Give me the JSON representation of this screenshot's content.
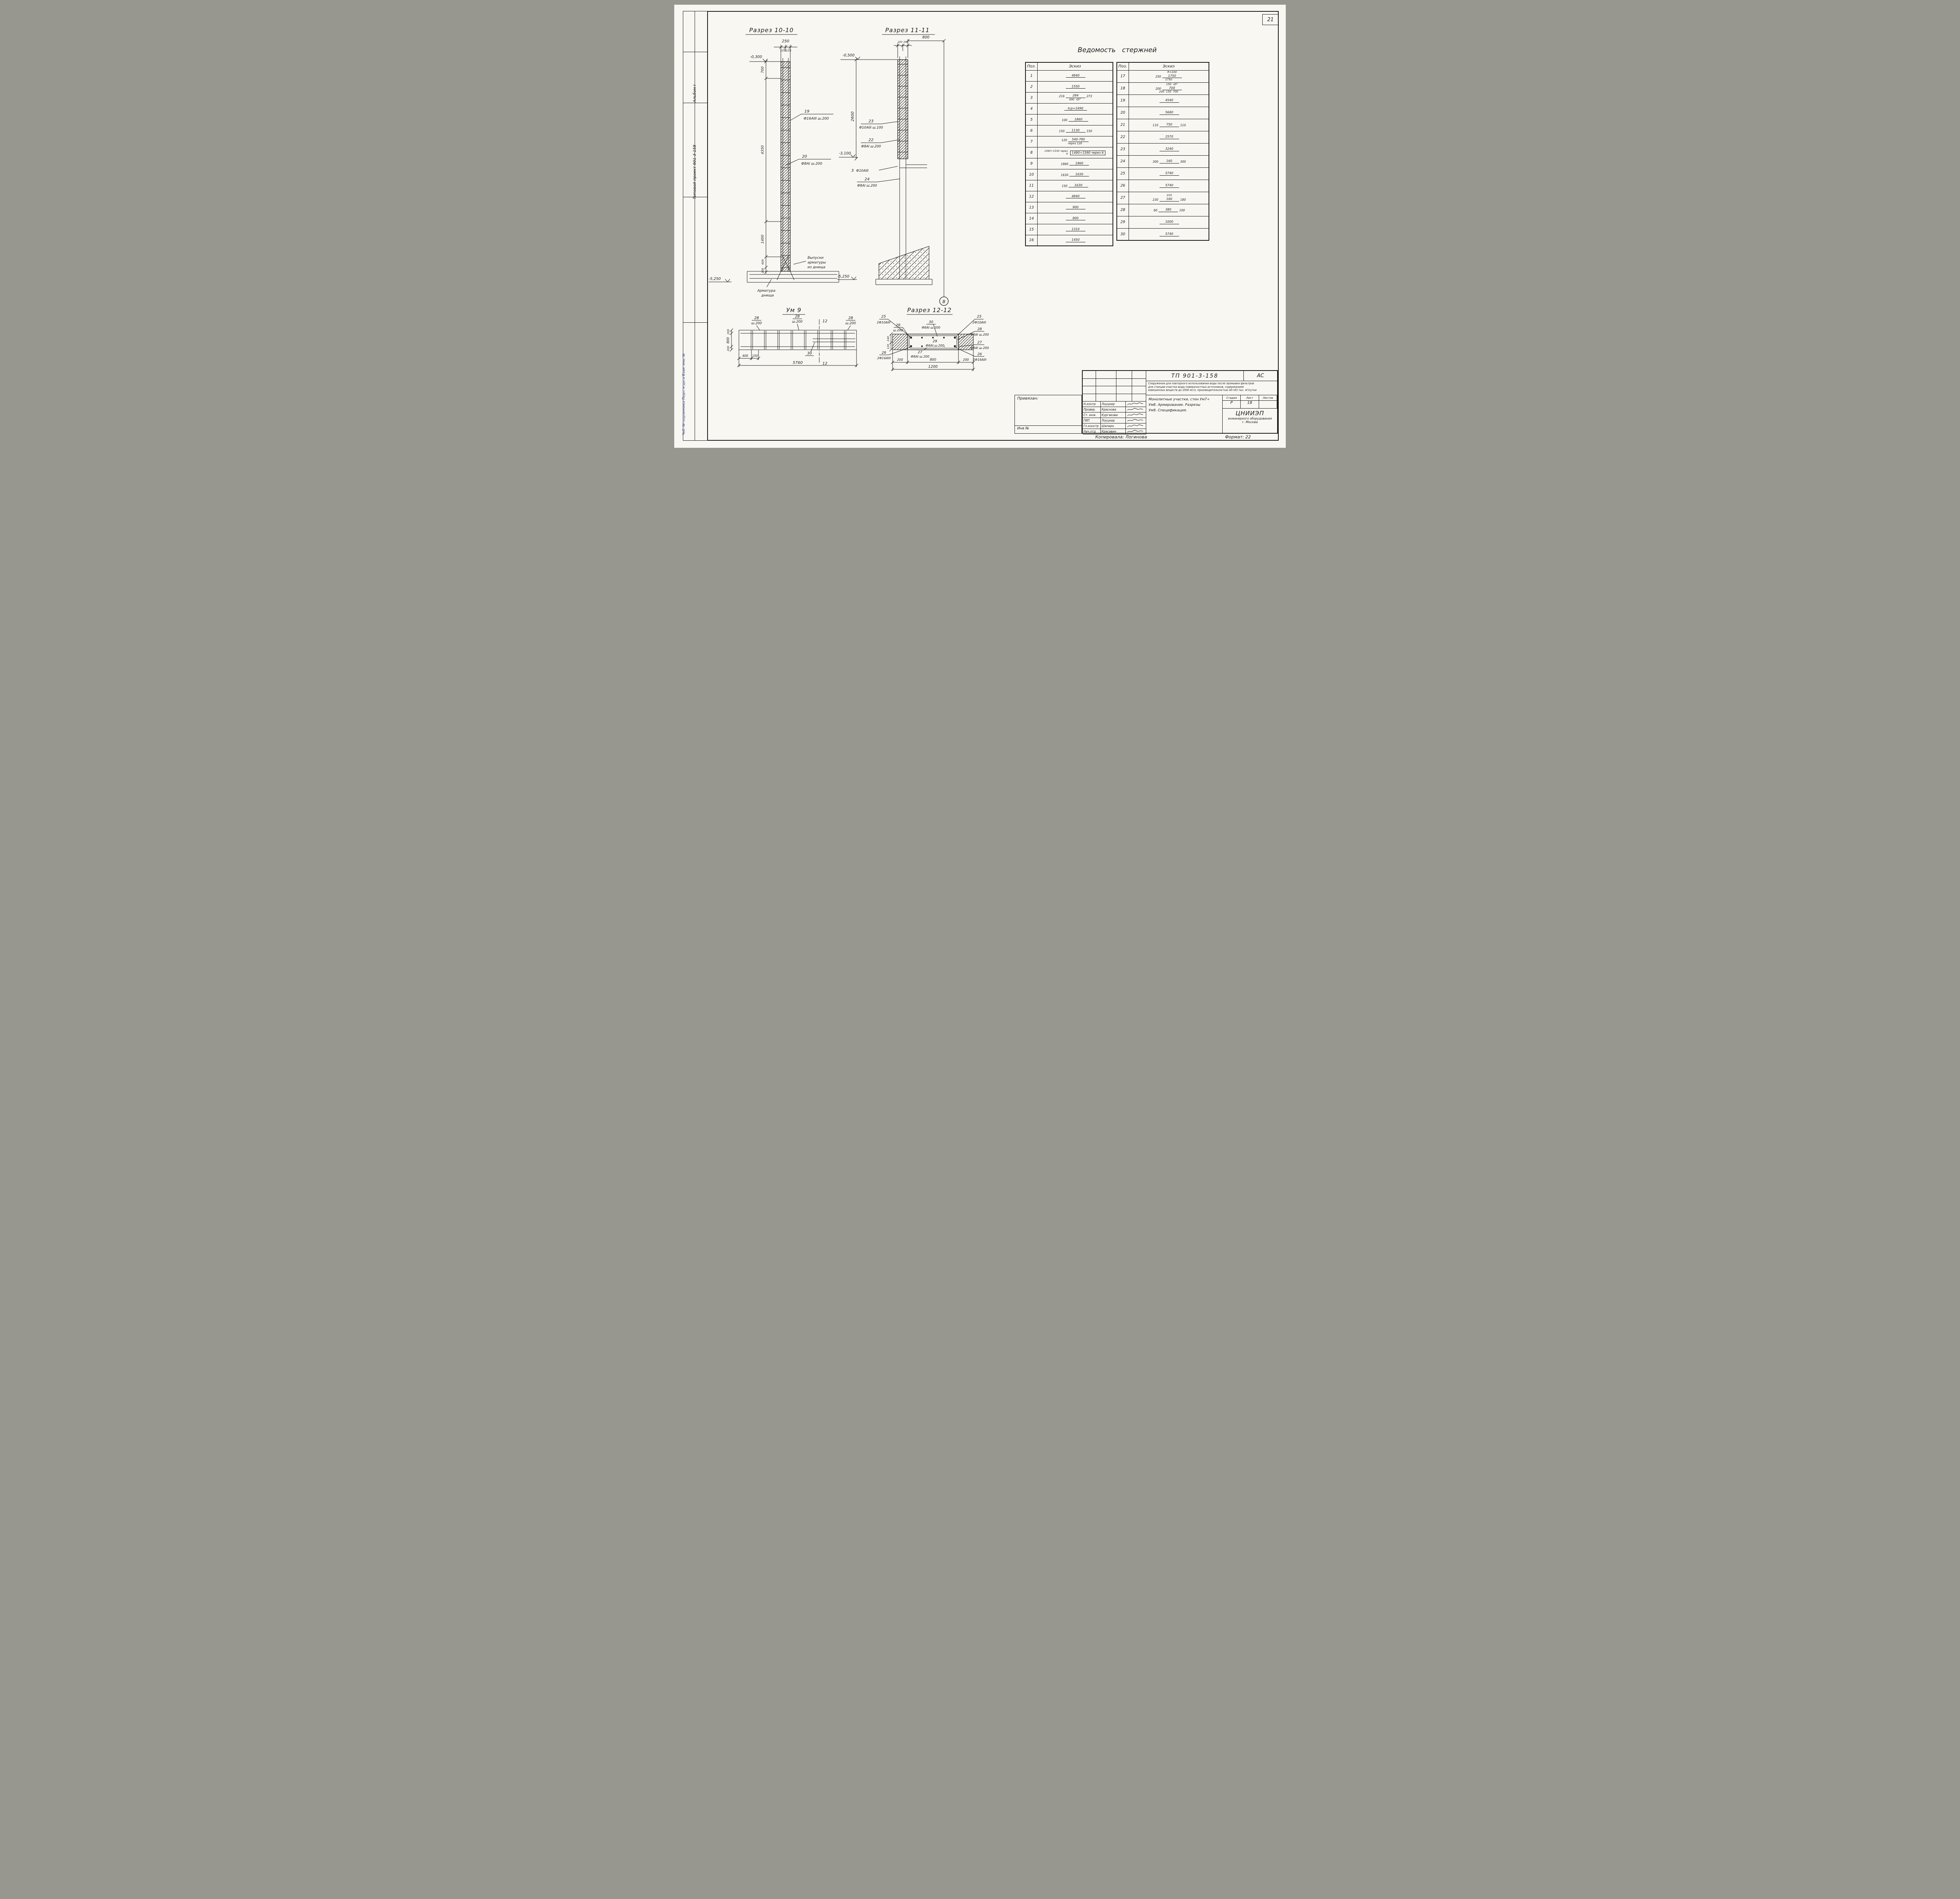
{
  "page": {
    "number": "21",
    "copied": "Копировала: Логинова",
    "format": "Формат: 22"
  },
  "side": {
    "album": "Альбом I",
    "project": "Типовой проект 901-3-158",
    "stamp": "Чеб. № подлинника   Подп. и дата   Взам. инв. №"
  },
  "section10": {
    "title": "Разрез 10-10",
    "dim_250": "250",
    "dim_125a": "125",
    "dim_125b": "125",
    "elev_top": "-0,300",
    "dim_700": "700",
    "dim_4350": "4350",
    "dim_1400": "1400",
    "dim_600": "600",
    "dim_200": "200",
    "pos19": "19",
    "label19": "Ф16АIII ш.200",
    "pos20": "20",
    "label20": "Ф8АI ш.200",
    "outlets1": "Выпуски",
    "outlets2": "арматуры",
    "outlets3": "из днища",
    "bottom1": "Арматура",
    "bottom2": "днища",
    "elev_bottom": "-5,250"
  },
  "section11": {
    "title": "Разрез 11-11",
    "elev_top": "-0,500",
    "dim_200a": "200",
    "dim_200b": "200",
    "dim_800": "800",
    "dim_2600": "2600",
    "pos23": "23",
    "label23": "Ф10АIII ш.100",
    "pos22": "22",
    "label22": "Ф8АI ш.200",
    "elev_mid": "-3,100",
    "pos3": "3",
    "label3": "Ф10АIII",
    "pos24": "24",
    "label24": "Ф8АI ш.200",
    "elev_bottom": "-5,250",
    "marker": "В"
  },
  "vedomost": {
    "title": "Ведомость   стержней",
    "col_pos": "Поз.",
    "col_sketch": "Эскиз",
    "left_rows": [
      {
        "p": "1",
        "n": "",
        "l": "",
        "a": "",
        "m": "4840",
        "r": "",
        "b": ""
      },
      {
        "p": "2",
        "n": "",
        "l": "",
        "a": "",
        "m": "1550",
        "r": "",
        "b": ""
      },
      {
        "p": "3",
        "n": "",
        "l": "216",
        "a": "",
        "m": "284",
        "r": "273",
        "b": "400  45°"
      },
      {
        "p": "4",
        "n": "",
        "l": "",
        "a": "",
        "m": "ℓср=1690",
        "r": "",
        "b": ""
      },
      {
        "p": "5",
        "n": "",
        "l": "100",
        "a": "",
        "m": "1860",
        "r": "",
        "b": ""
      },
      {
        "p": "6",
        "n": "",
        "l": "150",
        "a": "",
        "m": "1130",
        "r": "150",
        "b": ""
      },
      {
        "p": "7",
        "n": "",
        "l": "120",
        "a": "",
        "m": "540-780",
        "r": "",
        "b": "через 120"
      },
      {
        "p": "8",
        "n": "1490÷1530 через 6",
        "l": "",
        "a": "",
        "m": "1490÷1590 через 6",
        "r": "",
        "b": ""
      },
      {
        "p": "9",
        "n": "",
        "l": "1860",
        "a": "",
        "m": "1860",
        "r": "",
        "b": ""
      },
      {
        "p": "10",
        "n": "",
        "l": "1630",
        "a": "",
        "m": "1630",
        "r": "",
        "b": ""
      },
      {
        "p": "11",
        "n": "",
        "l": "150",
        "a": "",
        "m": "1630",
        "r": "",
        "b": ""
      },
      {
        "p": "12",
        "n": "",
        "l": "",
        "a": "",
        "m": "4840",
        "r": "",
        "b": ""
      },
      {
        "p": "13",
        "n": "",
        "l": "",
        "a": "",
        "m": "900",
        "r": "",
        "b": ""
      },
      {
        "p": "14",
        "n": "",
        "l": "",
        "a": "",
        "m": "800",
        "r": "",
        "b": ""
      },
      {
        "p": "15",
        "n": "",
        "l": "",
        "a": "",
        "m": "1310",
        "r": "",
        "b": ""
      },
      {
        "p": "16",
        "n": "",
        "l": "",
        "a": "",
        "m": "1450",
        "r": "",
        "b": ""
      }
    ],
    "right_rows": [
      {
        "p": "17",
        "n": "",
        "l": "250",
        "a": "R=100",
        "m": "1750",
        "r": "",
        "b": "1750"
      },
      {
        "p": "18",
        "n": "",
        "l": "200",
        "a": "150  45°",
        "m": "700",
        "r": "",
        "b": "200  150  700"
      },
      {
        "p": "19",
        "n": "",
        "l": "",
        "a": "",
        "m": "4540",
        "r": "",
        "b": ""
      },
      {
        "p": "20",
        "n": "",
        "l": "",
        "a": "",
        "m": "5680",
        "r": "",
        "b": ""
      },
      {
        "p": "21",
        "n": "",
        "l": "110",
        "a": "",
        "m": "750",
        "r": "110",
        "b": ""
      },
      {
        "p": "22",
        "n": "",
        "l": "",
        "a": "",
        "m": "2570",
        "r": "",
        "b": ""
      },
      {
        "p": "23",
        "n": "",
        "l": "",
        "a": "",
        "m": "3240",
        "r": "",
        "b": ""
      },
      {
        "p": "24",
        "n": "",
        "l": "300",
        "a": "",
        "m": "160",
        "r": "300",
        "b": ""
      },
      {
        "p": "25",
        "n": "",
        "l": "",
        "a": "",
        "m": "5740",
        "r": "",
        "b": ""
      },
      {
        "p": "26",
        "n": "",
        "l": "",
        "a": "",
        "m": "5740",
        "r": "",
        "b": ""
      },
      {
        "p": "27",
        "n": "",
        "l": "230",
        "a": "210",
        "m": "160",
        "r": "180",
        "b": ""
      },
      {
        "p": "28",
        "n": "",
        "l": "60",
        "a": "",
        "m": "380",
        "r": "100",
        "b": ""
      },
      {
        "p": "29",
        "n": "",
        "l": "",
        "a": "",
        "m": "1000",
        "r": "",
        "b": ""
      },
      {
        "p": "30",
        "n": "",
        "l": "",
        "a": "",
        "m": "5740",
        "r": "",
        "b": ""
      }
    ]
  },
  "um9": {
    "title": "Ум 9",
    "pos28": "28",
    "sh200": "ш.200",
    "pos12": "12",
    "pos30": "30",
    "dim_200t": "200",
    "dim_800": "800",
    "dim_200b": "200",
    "dim_400": "400",
    "dim_150": "150",
    "dim_5760": "5760"
  },
  "section12": {
    "title": "Разрез 12-12",
    "pos25": "25",
    "label25": "2Ф10АIII",
    "pos26": "26",
    "label26": "2Ф16АIII",
    "pos27": "27",
    "pos28": "28",
    "pos29": "29",
    "pos30": "30",
    "label_f8": "Ф8АI ш.200",
    "sh200": "ш.200",
    "dim_200l": "200",
    "dim_800": "800",
    "dim_200r": "200",
    "dim_1200": "1200",
    "dim_240": "240",
    "dim_120": "120"
  },
  "titleblock": {
    "attached": "Привязан:",
    "inv": "Инв №",
    "doc": "ТП 901-3-158",
    "marka": "АС",
    "desc1": "Сооружения для повторного использования воды после промывки фильтров",
    "desc2": "для станции очистки воды поверхностных источников, содержанием",
    "desc3": "взвешенных веществ до 2500 мг/л, производительностью 40÷63 тыс. м³/сутки",
    "stage_h": "Стадия",
    "sheet_h": "Лист",
    "sheets_h": "Листов",
    "stage": "Р",
    "sheet": "18",
    "sheets": "",
    "subject1": "Монолитные участки, стен Ум7÷",
    "subject2": "Ум8. Армирование. Разрезы",
    "subject3": "Ум9. Спецификация.",
    "org1": "ЦНИИЭП",
    "org2": "инженерного оборудования",
    "org3": "г. Москва",
    "people": [
      {
        "role": "Н.контр",
        "name": "Лоуцкер"
      },
      {
        "role": "Провер.",
        "name": "Краснова"
      },
      {
        "role": "Ст. инж.",
        "name": "Кургакова"
      },
      {
        "role": "ГИП",
        "name": "Лоуцкер"
      },
      {
        "role": "Гл.констр",
        "name": "Шапиро"
      },
      {
        "role": "Нач.отд",
        "name": "Красавин"
      }
    ]
  }
}
